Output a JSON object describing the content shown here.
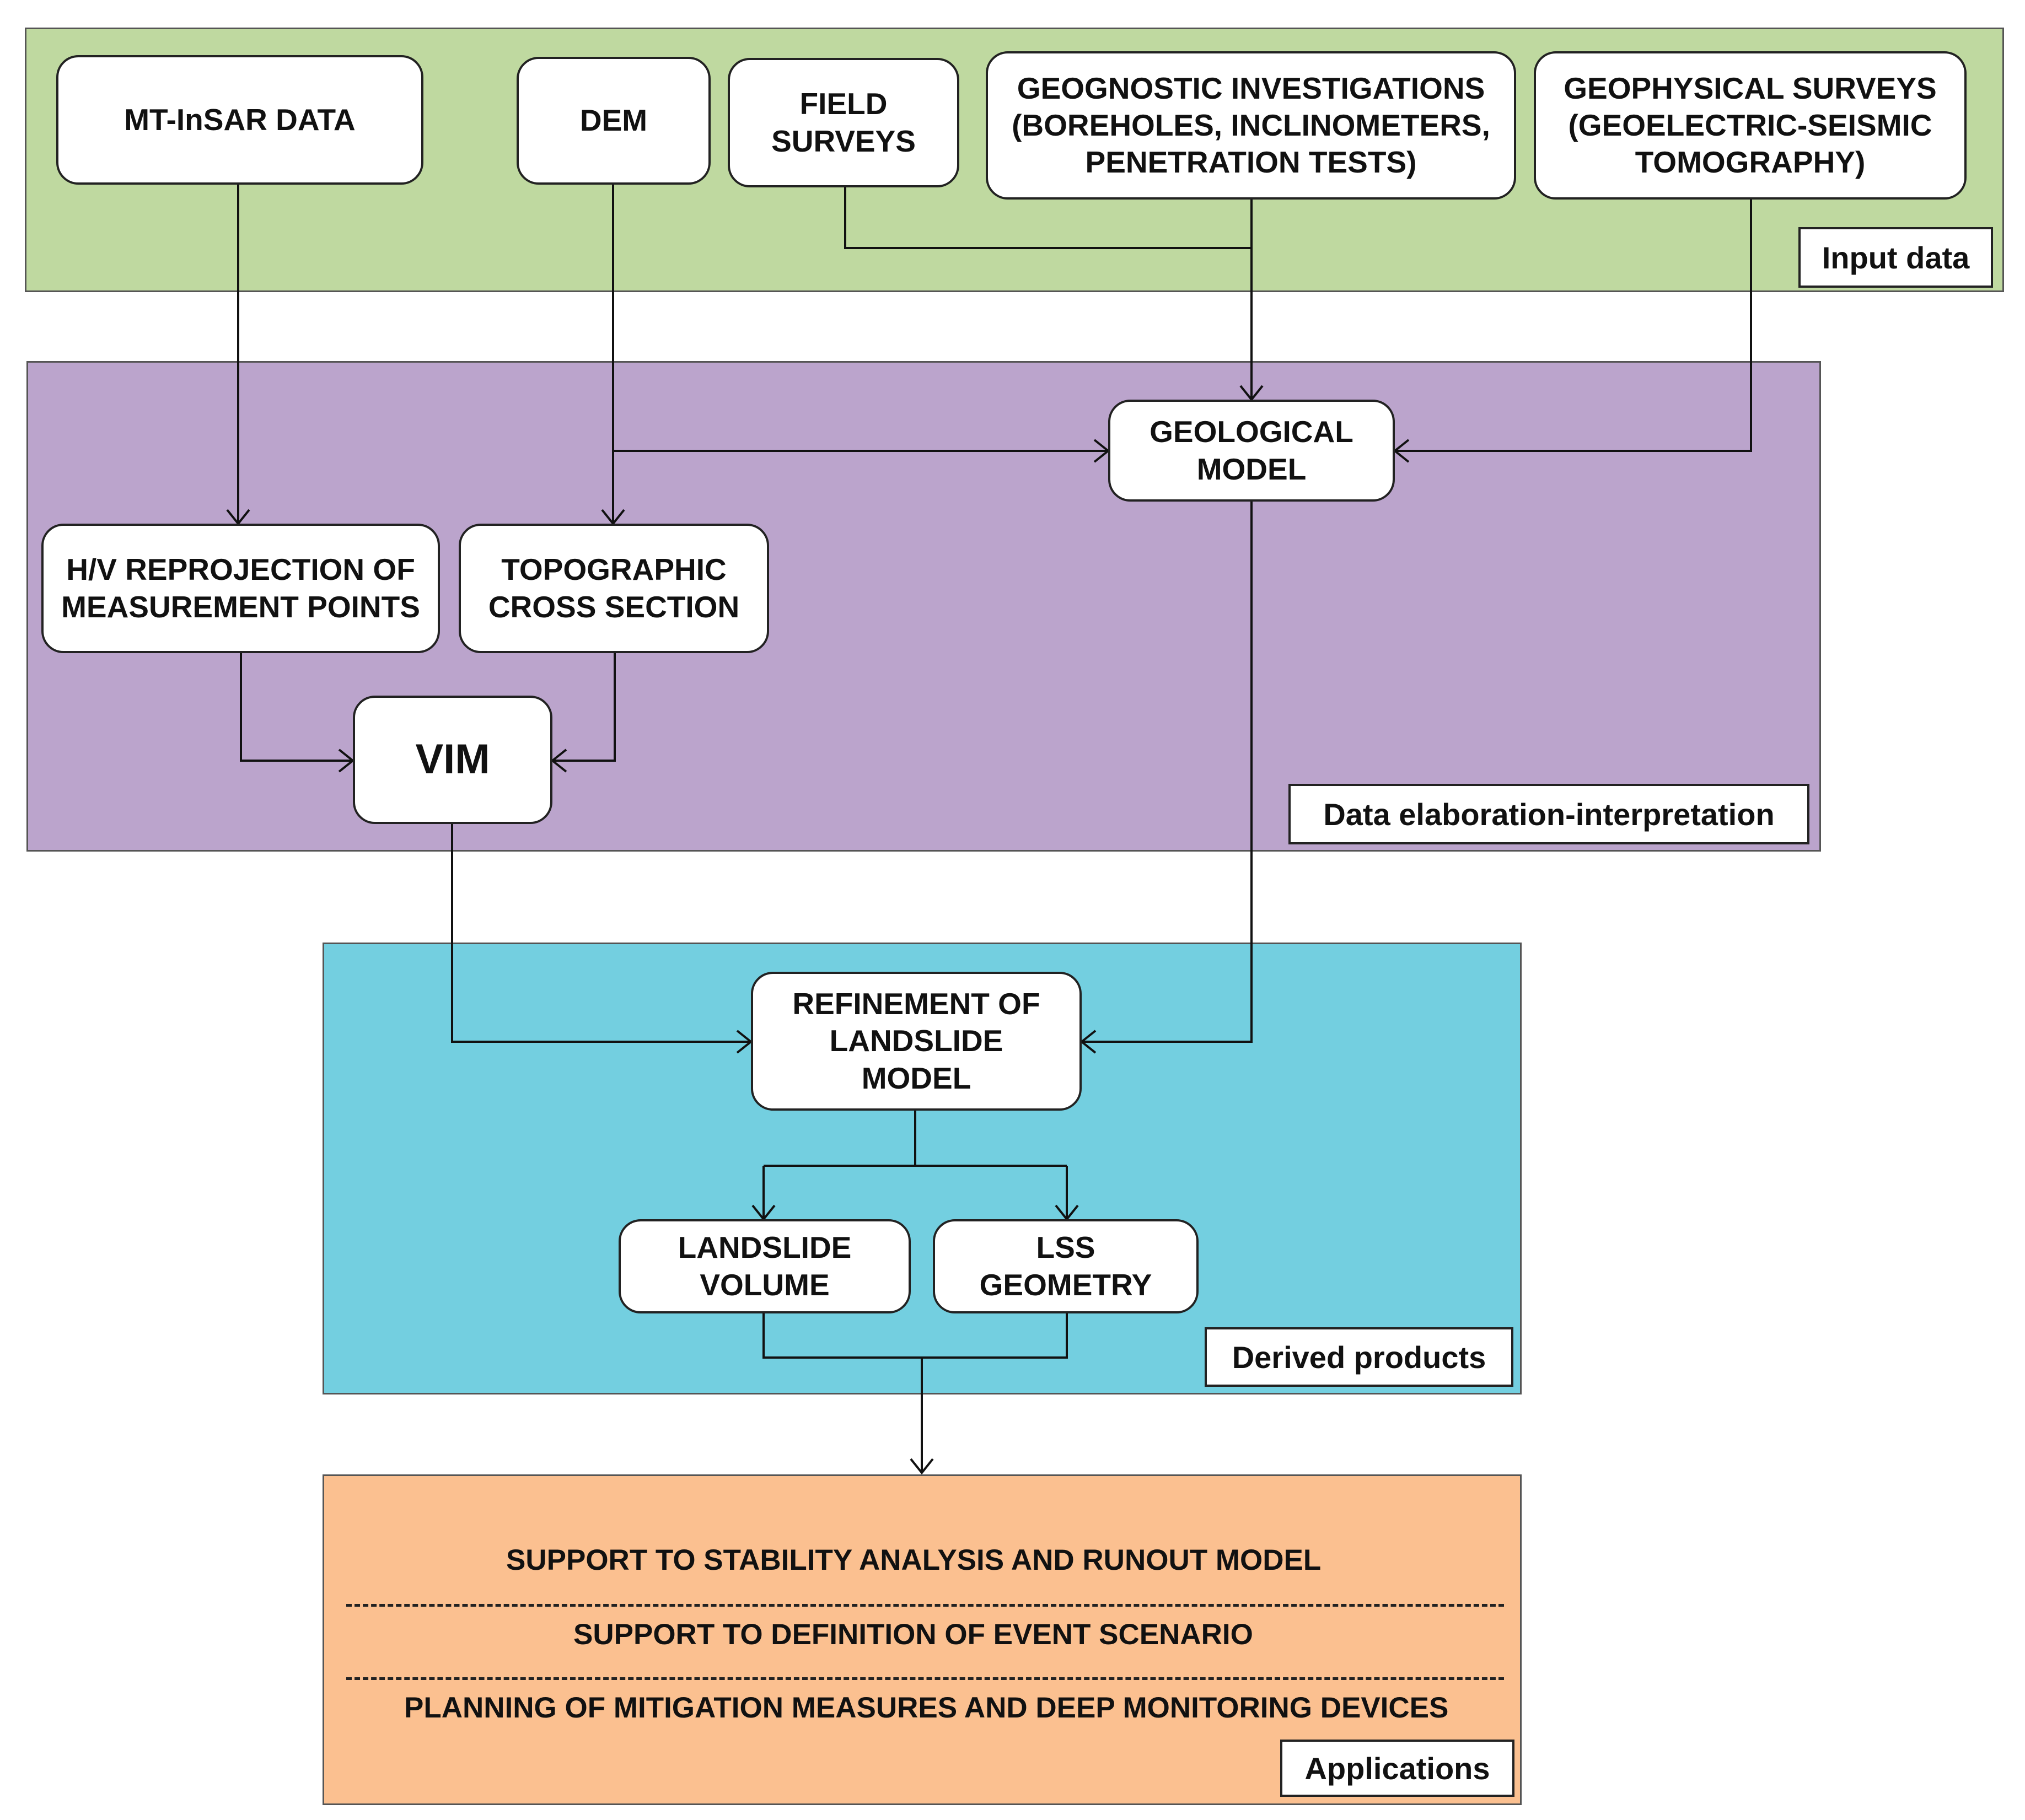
{
  "colors": {
    "input_panel": "#bfd9a0",
    "elaboration_panel": "#bba4cc",
    "derived_panel": "#73cfe0",
    "applications_panel": "#fbc090"
  },
  "panels": {
    "input": "Input data",
    "elaboration": "Data elaboration-interpretation",
    "derived": "Derived products",
    "applications": "Applications"
  },
  "nodes": {
    "mt_insar": "MT-InSAR DATA",
    "dem": "DEM",
    "field_surveys": "FIELD\nSURVEYS",
    "geognostic": "GEOGNOSTIC INVESTIGATIONS\n(BOREHOLES, INCLINOMETERS,\nPENETRATION TESTS)",
    "geophysical": "GEOPHYSICAL SURVEYS\n(GEOELECTRIC-SEISMIC\nTOMOGRAPHY)",
    "geological_model": "GEOLOGICAL\nMODEL",
    "hv_reprojection": "H/V REPROJECTION OF\nMEASUREMENT POINTS",
    "topographic": "TOPOGRAPHIC\nCROSS SECTION",
    "vim": "VIM",
    "refinement": "REFINEMENT OF\nLANDSLIDE\nMODEL",
    "landslide_volume": "LANDSLIDE\nVOLUME",
    "lss_geometry": "LSS\nGEOMETRY"
  },
  "applications": [
    "SUPPORT TO STABILITY ANALYSIS AND RUNOUT MODEL",
    "SUPPORT TO DEFINITION OF EVENT SCENARIO",
    "PLANNING OF MITIGATION MEASURES AND DEEP MONITORING DEVICES"
  ]
}
